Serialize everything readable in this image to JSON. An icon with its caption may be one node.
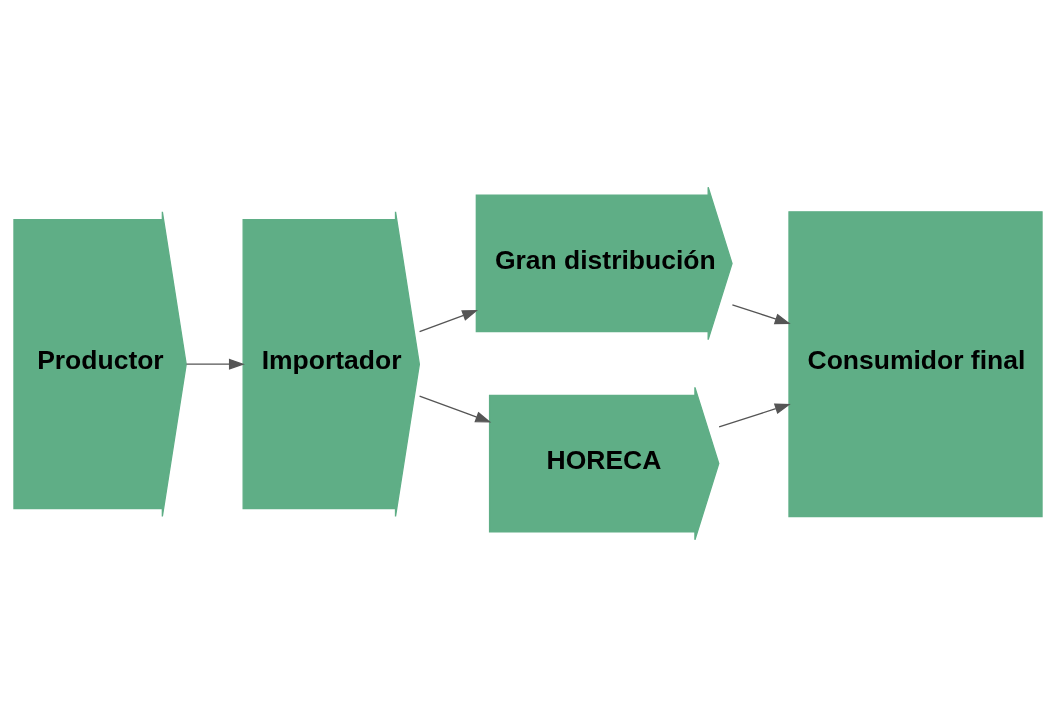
{
  "diagram": {
    "nodes": [
      {
        "text": [
          "Productor"
        ]
      },
      {
        "text": [
          "Importador"
        ]
      },
      {
        "text": [
          "Gran distribución"
        ]
      },
      {
        "text": [
          "HORECA"
        ]
      },
      {
        "text": [
          "Consumidor final"
        ]
      }
    ],
    "edges": [
      {
        "from": 0,
        "to": 1,
        "arrow": "to"
      },
      {
        "from": 1,
        "to": 2,
        "arrow": "to"
      },
      {
        "from": 1,
        "to": 3,
        "arrow": "to"
      },
      {
        "from": 2,
        "to": 4,
        "arrow": "to"
      },
      {
        "from": 3,
        "to": 4,
        "arrow": "to"
      }
    ]
  }
}
